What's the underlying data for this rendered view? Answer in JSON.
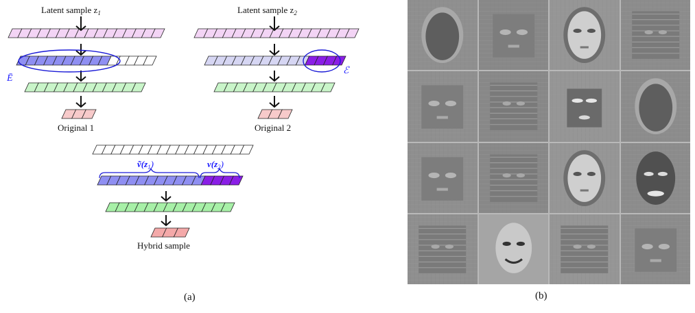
{
  "panel_a": {
    "latent1_label": "Latent sample z",
    "latent1_sub": "1",
    "latent2_label": "Latent sample z",
    "latent2_sub": "2",
    "original1_label": "Original 1",
    "original2_label": "Original 2",
    "hybrid_label": "Hybrid sample",
    "ebar_label": "Ē",
    "e_label": "ℰ",
    "vtilde_label": "ṽ(z",
    "vtilde_sub": "1",
    "v_label": "v(z",
    "v_sub": "2",
    "caption": "(a)"
  },
  "panel_b": {
    "caption": "(b)",
    "tiles": [
      {
        "name": "face-1-1",
        "style": "face-dark"
      },
      {
        "name": "face-1-2",
        "style": "noise-features"
      },
      {
        "name": "face-1-3",
        "style": "face-light"
      },
      {
        "name": "face-1-4",
        "style": "noise-grid"
      },
      {
        "name": "face-2-1",
        "style": "noise-features"
      },
      {
        "name": "face-2-2",
        "style": "noise-grid"
      },
      {
        "name": "face-2-3",
        "style": "eyes-bright"
      },
      {
        "name": "face-2-4",
        "style": "face-dark"
      },
      {
        "name": "face-3-1",
        "style": "noise-features"
      },
      {
        "name": "face-3-2",
        "style": "noise-grid"
      },
      {
        "name": "face-3-3",
        "style": "face-light"
      },
      {
        "name": "face-3-4",
        "style": "face-bright"
      },
      {
        "name": "face-4-1",
        "style": "noise-grid"
      },
      {
        "name": "face-4-2",
        "style": "face-smile"
      },
      {
        "name": "face-4-3",
        "style": "noise-grid"
      },
      {
        "name": "face-4-4",
        "style": "noise-features"
      }
    ]
  },
  "colors": {
    "pink": "#f3d4f5",
    "lavender": "#d6d6f3",
    "blue": "#8f8ff2",
    "purple": "#8a1ee6",
    "green": "#c9f5c9",
    "salmon": "#f7caca",
    "salmon_strong": "#f4a9a9",
    "green_strong": "#a7f0a7",
    "ellipse": "#1a1ad6"
  }
}
